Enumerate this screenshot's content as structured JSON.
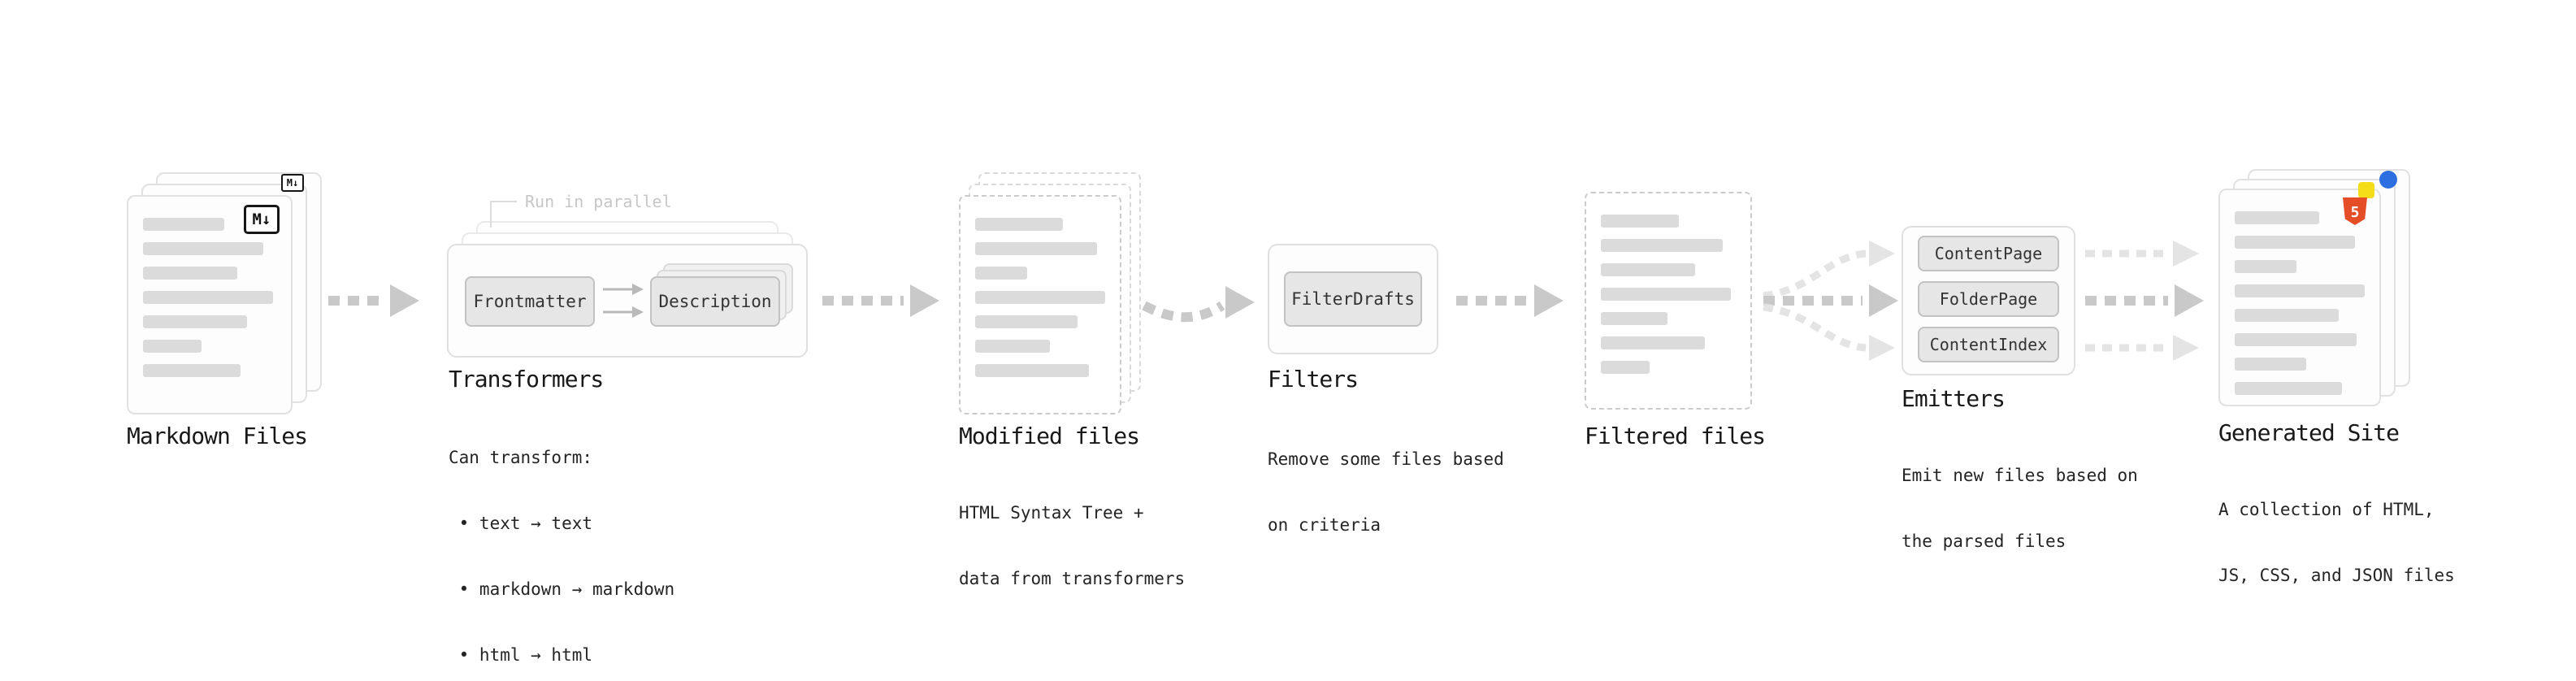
{
  "diagram": {
    "nodes": {
      "markdown_files": {
        "label": "Markdown Files",
        "badge": "M↓"
      },
      "transformers": {
        "label": "Transformers",
        "note": "Run in parallel",
        "chips": [
          "Frontmatter",
          "Description"
        ],
        "caption_lines": [
          "Can transform:",
          " • text → text",
          " • markdown → markdown",
          " • html → html"
        ]
      },
      "modified_files": {
        "label": "Modified files",
        "caption_lines": [
          "HTML Syntax Tree +",
          "data from transformers"
        ]
      },
      "filters": {
        "label": "Filters",
        "chips": [
          "FilterDrafts"
        ],
        "caption_lines": [
          "Remove some files based",
          "on criteria"
        ]
      },
      "filtered_files": {
        "label": "Filtered files"
      },
      "emitters": {
        "label": "Emitters",
        "chips": [
          "ContentPage",
          "FolderPage",
          "ContentIndex"
        ],
        "caption_lines": [
          "Emit new files based on",
          "the parsed files"
        ]
      },
      "generated_site": {
        "label": "Generated Site",
        "badge": "5",
        "caption_lines": [
          "A collection of HTML,",
          "JS, CSS, and JSON files"
        ]
      }
    },
    "colors": {
      "background": "#ffffff",
      "card_border": "#e1e1e1",
      "dashed_border": "#cbcbcb",
      "placeholder_bar": "#dbdbdb",
      "arrow": "#c9c9c9",
      "arrow_light": "#e4e4e4",
      "chip_bg": "#e6e6e6",
      "chip_border": "#c2c2c2",
      "label_text": "#181818",
      "caption_text": "#242424",
      "note_text": "#c7c7c7",
      "html5_badge": "#e44d26",
      "js_badge": "#f5de19",
      "css_badge": "#2d6fe0"
    }
  }
}
